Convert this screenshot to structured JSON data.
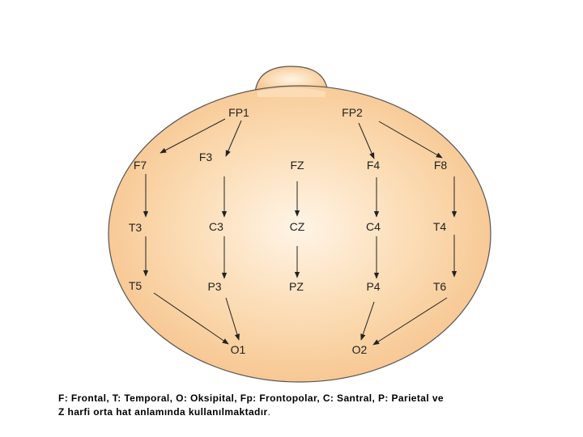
{
  "diagram": {
    "colors": {
      "head_center": "#fff4e6",
      "head_edge": "#f7c58f",
      "outline": "#555555",
      "arrow": "#222222"
    },
    "electrodes": {
      "FP1": "FP1",
      "FP2": "FP2",
      "F7": "F7",
      "F3": "F3",
      "FZ": "FZ",
      "F4": "F4",
      "F8": "F8",
      "T3": "T3",
      "C3": "C3",
      "CZ": "CZ",
      "C4": "C4",
      "T4": "T4",
      "T5": "T5",
      "P3": "P3",
      "PZ": "PZ",
      "P4": "P4",
      "T6": "T6",
      "O1": "O1",
      "O2": "O2"
    },
    "connections": [
      [
        "FP1",
        "F7"
      ],
      [
        "FP1",
        "F3"
      ],
      [
        "FP2",
        "F4"
      ],
      [
        "FP2",
        "F8"
      ],
      [
        "F7",
        "T3"
      ],
      [
        "T3",
        "T5"
      ],
      [
        "T5",
        "O1"
      ],
      [
        "F3",
        "C3"
      ],
      [
        "C3",
        "P3"
      ],
      [
        "P3",
        "O1"
      ],
      [
        "FZ",
        "CZ"
      ],
      [
        "CZ",
        "PZ"
      ],
      [
        "F4",
        "C4"
      ],
      [
        "C4",
        "P4"
      ],
      [
        "P4",
        "O2"
      ],
      [
        "F8",
        "T4"
      ],
      [
        "T4",
        "T6"
      ],
      [
        "T6",
        "O2"
      ]
    ]
  },
  "caption": {
    "line1": "F: Frontal, T: Temporal, O: Oksipital, Fp: Frontopolar, C: Santral, P: Parietal ve",
    "line2": "Z harfi orta hat anlamında kullanılmaktadır",
    "end": "."
  }
}
